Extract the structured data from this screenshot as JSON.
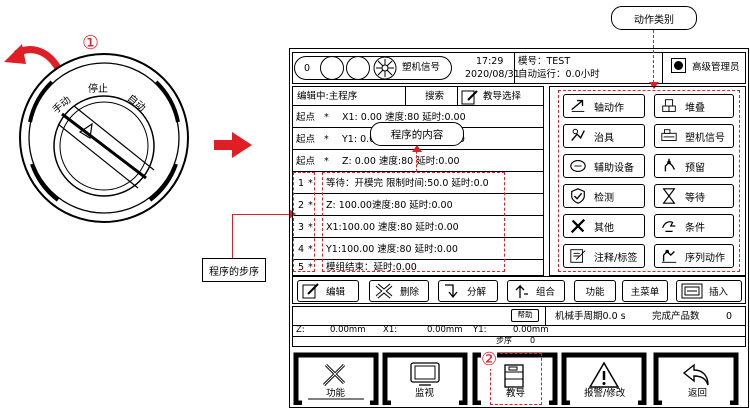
{
  "annotations": {
    "step1_marker": "①",
    "step2_marker": "②",
    "action_category_callout": "动作类别",
    "program_content_callout": "程序的内容",
    "program_steps_callout": "程序的步序"
  },
  "mode_switch": {
    "manual_label": "手动",
    "stop_label": "停止",
    "auto_label": "自动"
  },
  "header": {
    "counter": "0",
    "robot_signal_label": "塑机信号",
    "time": "17:29",
    "date": "2020/08/31",
    "mold_label": "模号：TEST",
    "auto_run_label": "自动运行：0.0小时",
    "user_level": "高级管理员"
  },
  "editor": {
    "editing_label": "编辑中:主程序",
    "search_label": "搜索",
    "teach_select_label": "教导选择"
  },
  "program_rows": [
    {
      "prefix": "起点",
      "mark": "*",
      "content": "X1:  0.00 速度:80   延时:0.00"
    },
    {
      "prefix": "起点",
      "mark": "*",
      "content": "Y1:  0.00 速度:80   延时:0.00"
    },
    {
      "prefix": "起点",
      "mark": "*",
      "content": "Z:  0.00 速度:80   延时:0.00"
    },
    {
      "prefix": "1",
      "mark": "*",
      "content": "等待：开模完 限制时间:50.0  延时:0.0"
    },
    {
      "prefix": "2",
      "mark": "*",
      "content": "Z:   100.00速度:80   延时:0.00"
    },
    {
      "prefix": "3",
      "mark": "*",
      "content": "X1:100.00  速度:80   延时:0.00"
    },
    {
      "prefix": "4",
      "mark": "*",
      "content": "Y1:100.00  速度:80   延时:0.00"
    },
    {
      "prefix": "5",
      "mark": "*",
      "content": "模组结束：延时:0.00"
    }
  ],
  "action_categories": [
    {
      "label": "轴动作",
      "icon": "axis-action-icon"
    },
    {
      "label": "堆叠",
      "icon": "stack-icon"
    },
    {
      "label": "治具",
      "icon": "fixture-icon"
    },
    {
      "label": "塑机信号",
      "icon": "machine-signal-icon"
    },
    {
      "label": "辅助设备",
      "icon": "aux-device-icon"
    },
    {
      "label": "预留",
      "icon": "reserved-icon"
    },
    {
      "label": "检测",
      "icon": "detect-icon"
    },
    {
      "label": "等待",
      "icon": "hourglass-icon"
    },
    {
      "label": "其他",
      "icon": "tools-icon"
    },
    {
      "label": "条件",
      "icon": "condition-icon"
    },
    {
      "label": "注释/标签",
      "icon": "note-icon"
    },
    {
      "label": "序列动作",
      "icon": "sequence-icon"
    }
  ],
  "edit_toolbar": {
    "edit": "编辑",
    "delete": "删除",
    "decompose": "分解",
    "combine": "组合",
    "function": "功能",
    "main_menu": "主菜单",
    "insert": "插入"
  },
  "status": {
    "help_label": "帮助",
    "cycle_label": "机械手周期0.0 s",
    "products_label": "完成产品数",
    "products_value": "0",
    "z_label": "Z:",
    "z_value": "0.00mm",
    "x1_label": "X1:",
    "x1_value": "0.00mm",
    "y1_label": "Y1:",
    "y1_value": "0.00mm",
    "step_label": "步序",
    "step_value": "0"
  },
  "bottom_nav": {
    "function": "功能",
    "monitor": "监视",
    "teach": "教导",
    "alarm": "报警/修改",
    "back": "返回"
  }
}
